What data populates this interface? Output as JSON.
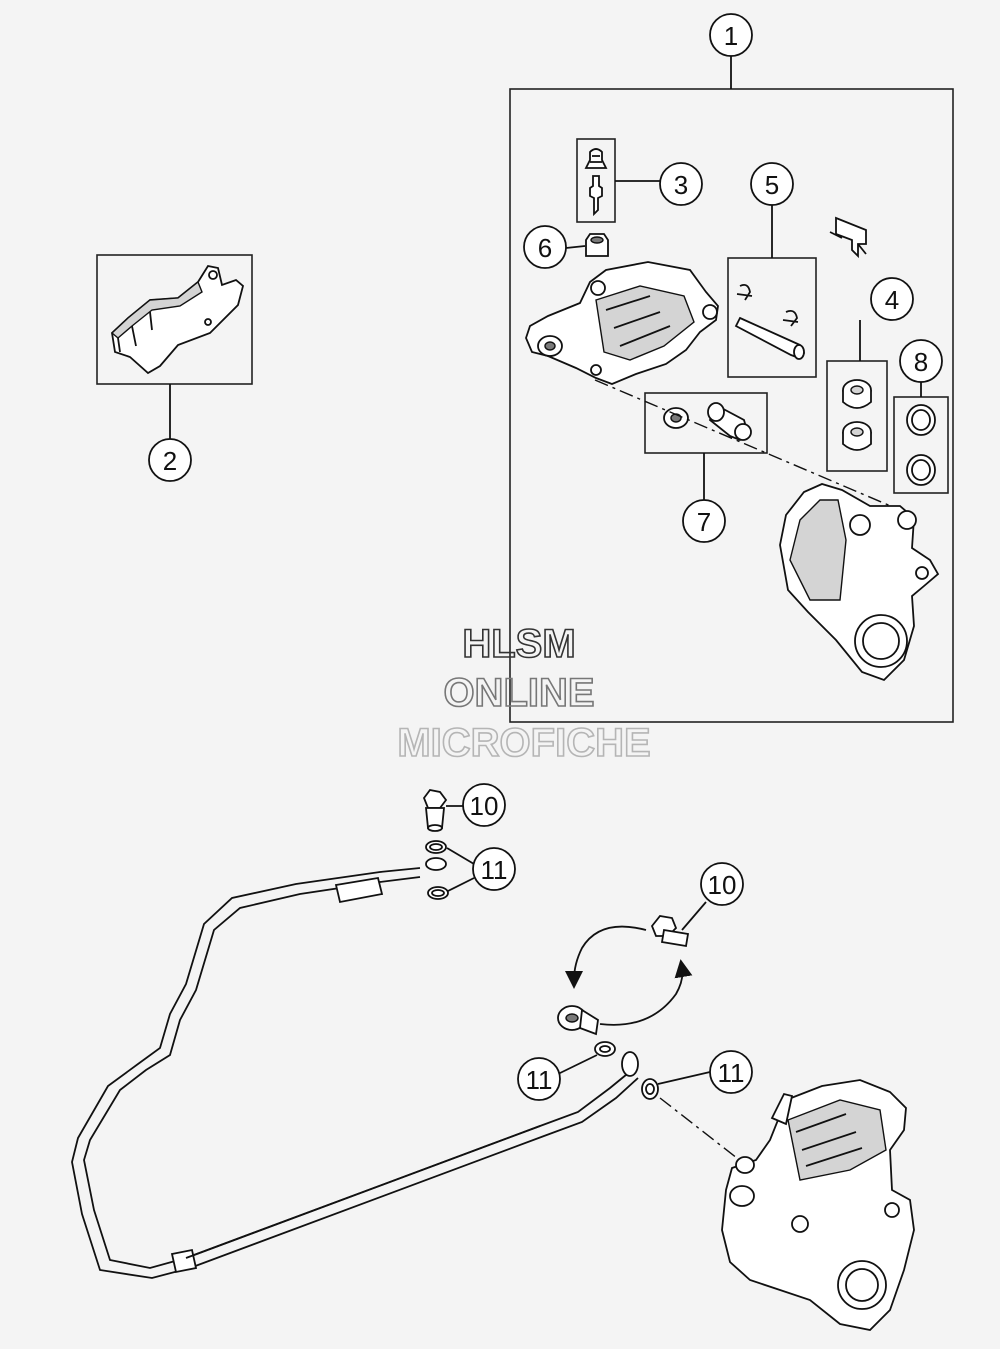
{
  "callouts": [
    {
      "id": "c1",
      "label": "1"
    },
    {
      "id": "c2",
      "label": "2"
    },
    {
      "id": "c3",
      "label": "3"
    },
    {
      "id": "c4",
      "label": "4"
    },
    {
      "id": "c5",
      "label": "5"
    },
    {
      "id": "c6",
      "label": "6"
    },
    {
      "id": "c7",
      "label": "7"
    },
    {
      "id": "c8",
      "label": "8"
    },
    {
      "id": "c10a",
      "label": "10"
    },
    {
      "id": "c10b",
      "label": "10"
    },
    {
      "id": "c11a",
      "label": "11"
    },
    {
      "id": "c11b",
      "label": "11"
    },
    {
      "id": "c11c",
      "label": "11"
    }
  ],
  "watermark": {
    "line1": "HLSM",
    "line2": "ONLINE",
    "line3": "MICROFICHE"
  },
  "colors": {
    "background": "#f4f4f4",
    "line": "#111111",
    "part_fill": "#ffffff",
    "shade": "#cfcfcf"
  }
}
